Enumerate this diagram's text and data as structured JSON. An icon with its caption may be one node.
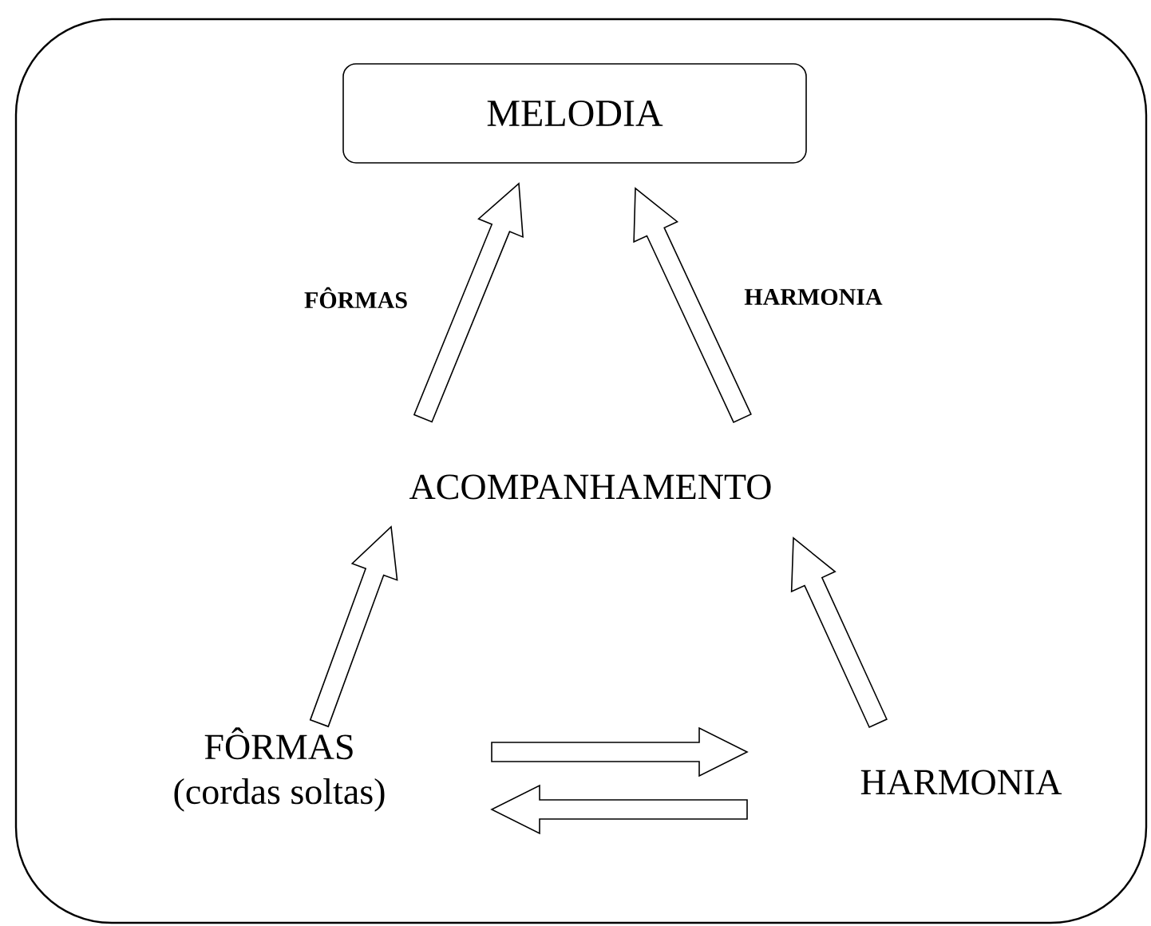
{
  "diagram": {
    "nodes": [
      {
        "text": [
          "MELODIA"
        ]
      },
      {
        "text": [
          "ACOMPANHAMENTO"
        ]
      },
      {
        "text": [
          "FÔRMAS",
          "(cordas soltas)"
        ]
      },
      {
        "text": [
          "HARMONIA"
        ]
      }
    ],
    "edges": [
      {
        "from": 1,
        "to": 0,
        "arrow": "to",
        "label": "FÔRMAS"
      },
      {
        "from": 1,
        "to": 0,
        "arrow": "to",
        "label": "HARMONIA"
      },
      {
        "from": 2,
        "to": 1,
        "arrow": "to"
      },
      {
        "from": 3,
        "to": 1,
        "arrow": "to"
      },
      {
        "from": 2,
        "to": 3,
        "arrow": "to"
      },
      {
        "from": 3,
        "to": 2,
        "arrow": "to"
      }
    ]
  }
}
